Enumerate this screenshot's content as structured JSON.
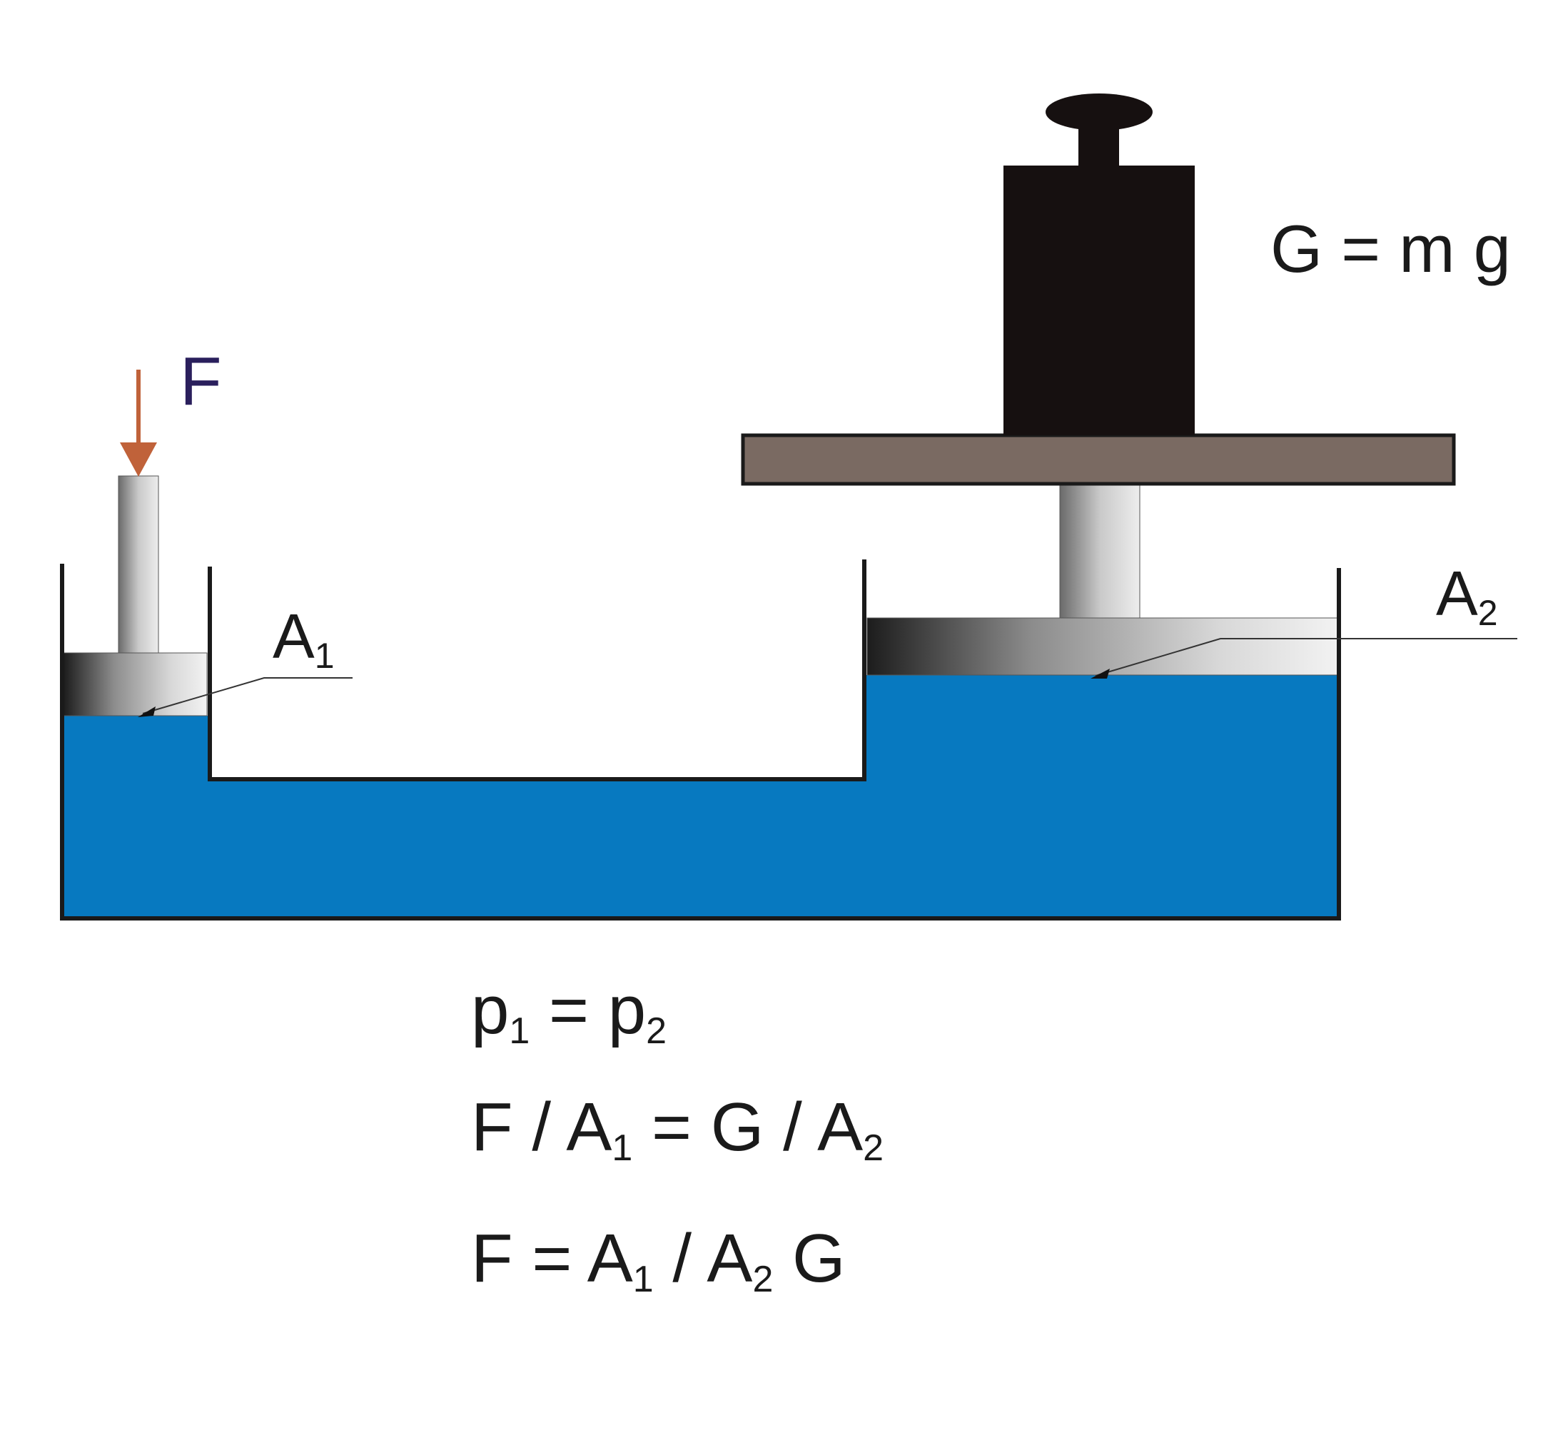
{
  "labels": {
    "force": "F",
    "area_small": "A",
    "area_small_sub": "1",
    "area_large": "A",
    "area_large_sub": "2",
    "weight_eq": "G = m g"
  },
  "equations": {
    "eq1": {
      "a": "p",
      "a_sub": "1",
      "mid": " = p",
      "b_sub": "2"
    },
    "eq2": {
      "a": "F / A",
      "a_sub": "1",
      "mid": " = G / A",
      "b_sub": "2"
    },
    "eq3": {
      "a": "F = A",
      "a_sub": "1",
      "mid": " / A",
      "b_sub": "2",
      "tail": " G"
    }
  },
  "colors": {
    "liquid": "#0779c0",
    "vessel": "#1a1a1a",
    "force_arrow": "#c0623a",
    "force_label": "#2a1f5c",
    "platform": "#7a6a62",
    "weight": "#161010"
  }
}
